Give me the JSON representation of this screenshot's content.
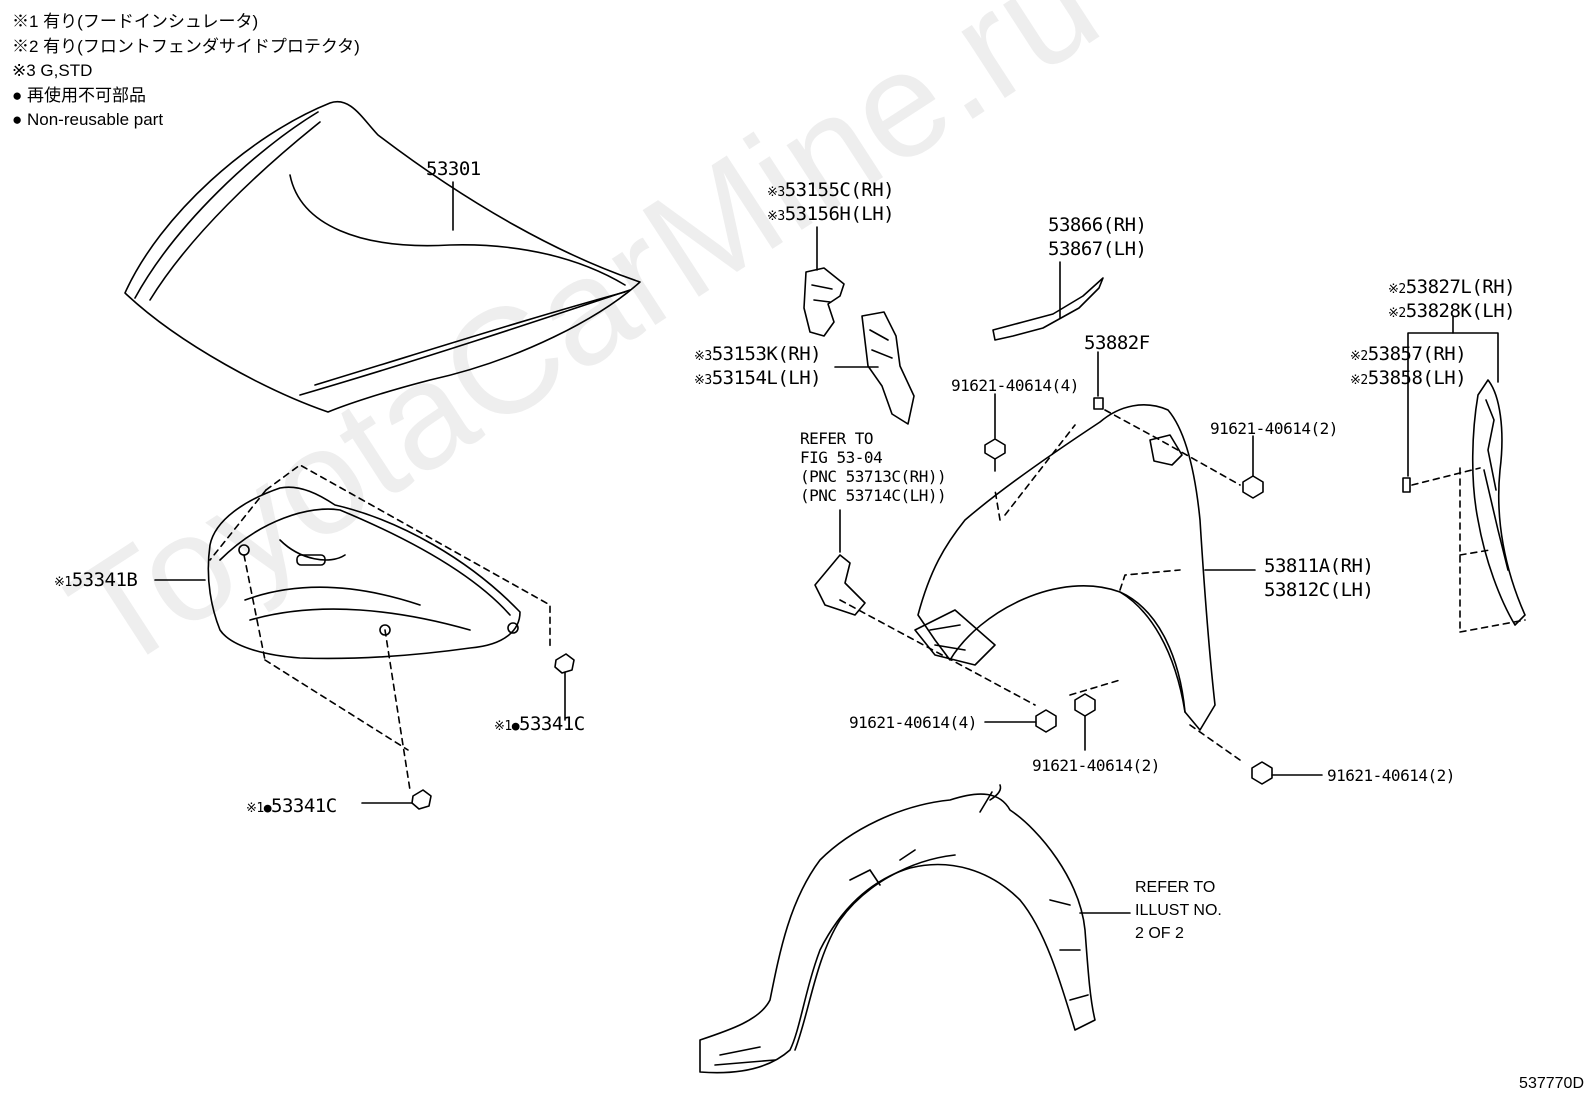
{
  "legend": {
    "note1": "※1 有り(フードインシュレータ)",
    "note2": "※2 有り(フロントフェンダサイドプロテクタ)",
    "note3": "※3 G,STD",
    "nonreusable_jp": "● 再使用不可部品",
    "nonreusable_en": "● Non-reusable part"
  },
  "watermark": "ToyotaCarMine.ru",
  "illustration_id": "537770D",
  "parts": {
    "hood": "53301",
    "insulator_mark": "※1",
    "insulator": "53341B",
    "clip_a_mark": "※1●",
    "clip_a": "53341C",
    "clip_b_mark": "※1●",
    "clip_b": "53341C",
    "seal_mark_1": "※3",
    "seal_1": "53155C(RH)",
    "seal_mark_2": "※3",
    "seal_2": "53156H(LH)",
    "cover_mark_1": "※3",
    "cover_1": "53153K(RH)",
    "cover_mark_2": "※3",
    "cover_2": "53154L(LH)",
    "refer_1": "REFER TO",
    "refer_2": "FIG 53-04",
    "refer_3": "(PNC 53713C(RH))",
    "refer_4": "(PNC 53714C(LH))",
    "top_seal_1": "53866(RH)",
    "top_seal_2": "53867(LH)",
    "nut": "53882F",
    "bolt_a": "91621-40614(4)",
    "bolt_b": "91621-40614(2)",
    "fender_1": "53811A(RH)",
    "fender_2": "53812C(LH)",
    "bolt_c": "91621-40614(4)",
    "bolt_d": "91621-40614(2)",
    "bolt_e": "91621-40614(2)",
    "protector_mark_1": "※2",
    "protector_1": "53827L(RH)",
    "protector_mark_2": "※2",
    "protector_2": "53828K(LH)",
    "side_mark_1": "※2",
    "side_1": "53857(RH)",
    "side_mark_2": "※2",
    "side_2": "53858(LH)",
    "liner_refer_1": "REFER TO",
    "liner_refer_2": "ILLUST NO.",
    "liner_refer_3": "2 OF 2"
  }
}
